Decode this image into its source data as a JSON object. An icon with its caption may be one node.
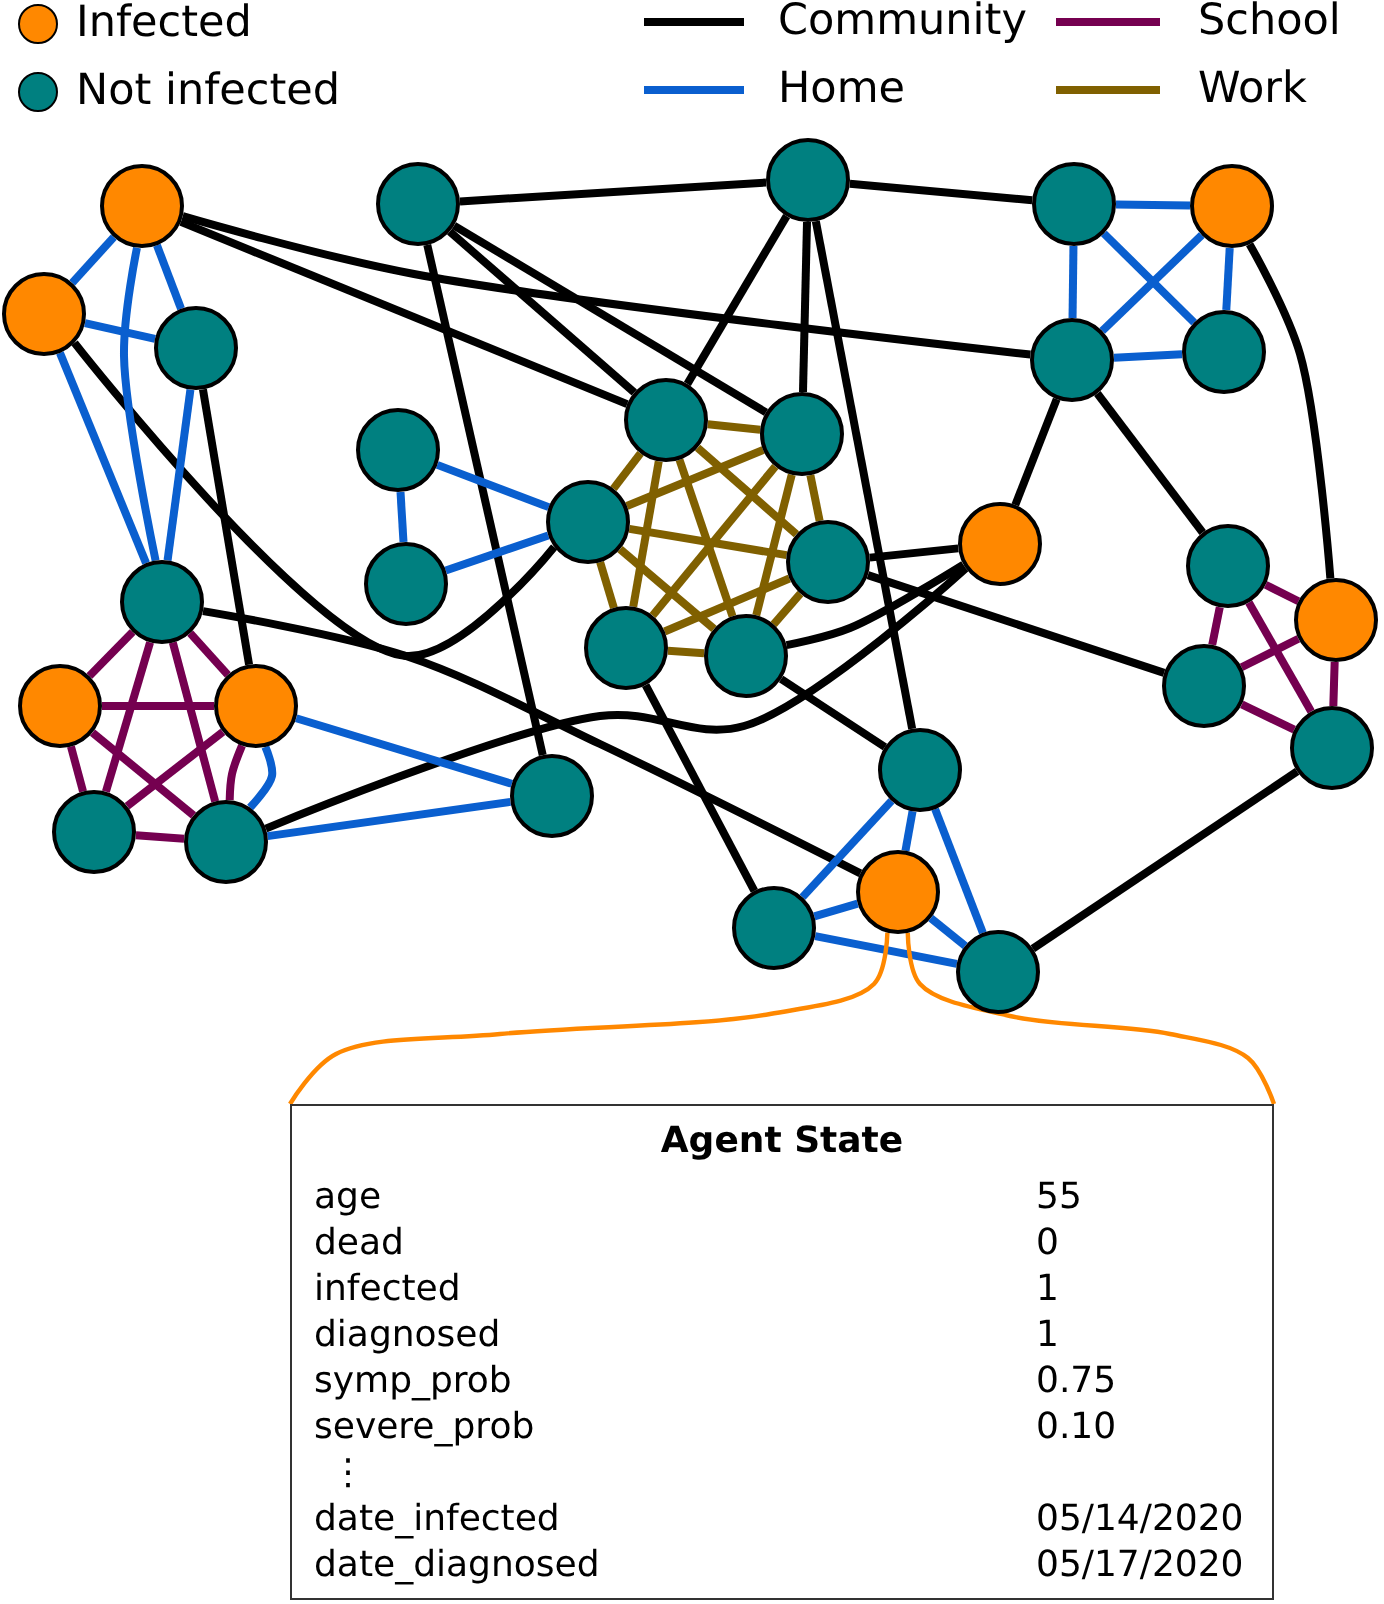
{
  "diagram": {
    "nodes": [
      {
        "text": [],
        "shape": "circle"
      },
      {
        "text": [],
        "shape": "circle"
      },
      {
        "text": [],
        "shape": "circle"
      },
      {
        "text": [],
        "shape": "circle"
      },
      {
        "text": [],
        "shape": "circle"
      },
      {
        "text": [],
        "shape": "circle"
      },
      {
        "text": [],
        "shape": "circle"
      },
      {
        "text": [],
        "shape": "circle"
      },
      {
        "text": [],
        "shape": "circle"
      },
      {
        "text": [],
        "shape": "circle"
      },
      {
        "text": [],
        "shape": "circle"
      },
      {
        "text": [],
        "shape": "circle"
      },
      {
        "text": [],
        "shape": "circle"
      },
      {
        "text": [],
        "shape": "circle"
      },
      {
        "text": [],
        "shape": "circle"
      },
      {
        "text": [],
        "shape": "circle"
      },
      {
        "text": [],
        "shape": "circle"
      },
      {
        "text": [],
        "shape": "circle"
      },
      {
        "text": [],
        "shape": "circle"
      },
      {
        "text": [],
        "shape": "circle"
      },
      {
        "text": [],
        "shape": "circle"
      },
      {
        "text": [],
        "shape": "circle"
      },
      {
        "text": [],
        "shape": "circle"
      },
      {
        "text": [],
        "shape": "circle"
      },
      {
        "text": [],
        "shape": "circle"
      },
      {
        "text": [],
        "shape": "circle"
      },
      {
        "text": [],
        "shape": "circle"
      },
      {
        "text": [],
        "shape": "circle"
      },
      {
        "text": [],
        "shape": "circle"
      },
      {
        "text": [],
        "shape": "circle"
      },
      {
        "text": [],
        "shape": "circle"
      },
      {
        "text": [],
        "shape": "circle"
      },
      {
        "text": [
          "Agent State",
          "age",
          "55",
          "dead",
          "0",
          "infected",
          "1",
          "diagnosed",
          "1",
          "symp_prob",
          "0.75",
          "severe_prob",
          "0.10",
          "⋮",
          "date_infected",
          "05/14/2020",
          "date_diagnosed",
          "05/17/2020"
        ]
      }
    ],
    "edges": [
      {
        "from": 1,
        "to": 2,
        "arrow": "none",
        "color": "#000000"
      },
      {
        "from": 2,
        "to": 3,
        "arrow": "none",
        "color": "#000000"
      },
      {
        "from": 0,
        "to": 7,
        "arrow": "none",
        "color": "#000000"
      },
      {
        "from": 0,
        "to": 9,
        "arrow": "none",
        "color": "#000000"
      },
      {
        "from": 1,
        "to": 9,
        "arrow": "none",
        "color": "#000000"
      },
      {
        "from": 1,
        "to": 10,
        "arrow": "none",
        "color": "#000000"
      },
      {
        "from": 1,
        "to": 26,
        "arrow": "none",
        "color": "#000000"
      },
      {
        "from": 2,
        "to": 9,
        "arrow": "none",
        "color": "#000000"
      },
      {
        "from": 2,
        "to": 10,
        "arrow": "none",
        "color": "#000000"
      },
      {
        "from": 2,
        "to": 25,
        "arrow": "none",
        "color": "#000000"
      },
      {
        "from": 5,
        "to": 12,
        "arrow": "none",
        "color": "#000000"
      },
      {
        "from": 17,
        "to": 29,
        "arrow": "none",
        "color": "#000000"
      },
      {
        "from": 6,
        "to": 23,
        "arrow": "none",
        "color": "#000000"
      },
      {
        "from": 28,
        "to": 13,
        "arrow": "none",
        "color": "#000000"
      },
      {
        "from": 4,
        "to": 18,
        "arrow": "none",
        "color": "#000000"
      },
      {
        "from": 7,
        "to": 13,
        "arrow": "none",
        "color": "#000000"
      },
      {
        "from": 7,
        "to": 15,
        "arrow": "none",
        "color": "#000000"
      },
      {
        "from": 24,
        "to": 31,
        "arrow": "none",
        "color": "#000000"
      },
      {
        "from": 14,
        "to": 21,
        "arrow": "none",
        "color": "#000000"
      },
      {
        "from": 14,
        "to": 13,
        "arrow": "none",
        "color": "#000000"
      },
      {
        "from": 20,
        "to": 13,
        "arrow": "none",
        "color": "#000000"
      },
      {
        "from": 20,
        "to": 25,
        "arrow": "none",
        "color": "#000000"
      },
      {
        "from": 19,
        "to": 30,
        "arrow": "none",
        "color": "#000000"
      },
      {
        "from": 0,
        "to": 5,
        "arrow": "none",
        "color": "#0a5fcf"
      },
      {
        "from": 0,
        "to": 6,
        "arrow": "none",
        "color": "#0a5fcf"
      },
      {
        "from": 0,
        "to": 17,
        "arrow": "none",
        "color": "#0a5fcf"
      },
      {
        "from": 5,
        "to": 6,
        "arrow": "none",
        "color": "#0a5fcf"
      },
      {
        "from": 5,
        "to": 17,
        "arrow": "none",
        "color": "#0a5fcf"
      },
      {
        "from": 6,
        "to": 17,
        "arrow": "none",
        "color": "#0a5fcf"
      },
      {
        "from": 11,
        "to": 16,
        "arrow": "none",
        "color": "#0a5fcf"
      },
      {
        "from": 11,
        "to": 12,
        "arrow": "none",
        "color": "#0a5fcf"
      },
      {
        "from": 16,
        "to": 12,
        "arrow": "none",
        "color": "#0a5fcf"
      },
      {
        "from": 3,
        "to": 4,
        "arrow": "none",
        "color": "#0a5fcf"
      },
      {
        "from": 3,
        "to": 7,
        "arrow": "none",
        "color": "#0a5fcf"
      },
      {
        "from": 3,
        "to": 8,
        "arrow": "none",
        "color": "#0a5fcf"
      },
      {
        "from": 4,
        "to": 7,
        "arrow": "none",
        "color": "#0a5fcf"
      },
      {
        "from": 4,
        "to": 8,
        "arrow": "none",
        "color": "#0a5fcf"
      },
      {
        "from": 7,
        "to": 8,
        "arrow": "none",
        "color": "#0a5fcf"
      },
      {
        "from": 25,
        "to": 29,
        "arrow": "none",
        "color": "#0a5fcf"
      },
      {
        "from": 25,
        "to": 30,
        "arrow": "none",
        "color": "#0a5fcf"
      },
      {
        "from": 25,
        "to": 31,
        "arrow": "none",
        "color": "#0a5fcf"
      },
      {
        "from": 29,
        "to": 30,
        "arrow": "none",
        "color": "#0a5fcf"
      },
      {
        "from": 29,
        "to": 31,
        "arrow": "none",
        "color": "#0a5fcf"
      },
      {
        "from": 30,
        "to": 31,
        "arrow": "none",
        "color": "#0a5fcf"
      },
      {
        "from": 23,
        "to": 26,
        "arrow": "none",
        "color": "#0a5fcf"
      },
      {
        "from": 28,
        "to": 26,
        "arrow": "none",
        "color": "#0a5fcf"
      },
      {
        "from": 23,
        "to": 28,
        "arrow": "none",
        "color": "#0a5fcf"
      },
      {
        "from": 17,
        "to": 22,
        "arrow": "none",
        "color": "#750050"
      },
      {
        "from": 17,
        "to": 23,
        "arrow": "none",
        "color": "#750050"
      },
      {
        "from": 17,
        "to": 27,
        "arrow": "none",
        "color": "#750050"
      },
      {
        "from": 17,
        "to": 28,
        "arrow": "none",
        "color": "#750050"
      },
      {
        "from": 22,
        "to": 23,
        "arrow": "none",
        "color": "#750050"
      },
      {
        "from": 22,
        "to": 27,
        "arrow": "none",
        "color": "#750050"
      },
      {
        "from": 22,
        "to": 28,
        "arrow": "none",
        "color": "#750050"
      },
      {
        "from": 23,
        "to": 27,
        "arrow": "none",
        "color": "#750050"
      },
      {
        "from": 23,
        "to": 28,
        "arrow": "none",
        "color": "#750050"
      },
      {
        "from": 27,
        "to": 28,
        "arrow": "none",
        "color": "#750050"
      },
      {
        "from": 15,
        "to": 18,
        "arrow": "none",
        "color": "#750050"
      },
      {
        "from": 15,
        "to": 21,
        "arrow": "none",
        "color": "#750050"
      },
      {
        "from": 15,
        "to": 24,
        "arrow": "none",
        "color": "#750050"
      },
      {
        "from": 18,
        "to": 21,
        "arrow": "none",
        "color": "#750050"
      },
      {
        "from": 18,
        "to": 24,
        "arrow": "none",
        "color": "#750050"
      },
      {
        "from": 21,
        "to": 24,
        "arrow": "none",
        "color": "#750050"
      },
      {
        "from": 9,
        "to": 10,
        "arrow": "none",
        "color": "#806000"
      },
      {
        "from": 9,
        "to": 12,
        "arrow": "none",
        "color": "#806000"
      },
      {
        "from": 9,
        "to": 14,
        "arrow": "none",
        "color": "#806000"
      },
      {
        "from": 9,
        "to": 19,
        "arrow": "none",
        "color": "#806000"
      },
      {
        "from": 9,
        "to": 20,
        "arrow": "none",
        "color": "#806000"
      },
      {
        "from": 10,
        "to": 12,
        "arrow": "none",
        "color": "#806000"
      },
      {
        "from": 10,
        "to": 14,
        "arrow": "none",
        "color": "#806000"
      },
      {
        "from": 10,
        "to": 19,
        "arrow": "none",
        "color": "#806000"
      },
      {
        "from": 10,
        "to": 20,
        "arrow": "none",
        "color": "#806000"
      },
      {
        "from": 12,
        "to": 14,
        "arrow": "none",
        "color": "#806000"
      },
      {
        "from": 12,
        "to": 19,
        "arrow": "none",
        "color": "#806000"
      },
      {
        "from": 12,
        "to": 20,
        "arrow": "none",
        "color": "#806000"
      },
      {
        "from": 14,
        "to": 19,
        "arrow": "none",
        "color": "#806000"
      },
      {
        "from": 14,
        "to": 20,
        "arrow": "none",
        "color": "#806000"
      },
      {
        "from": 19,
        "to": 20,
        "arrow": "none",
        "color": "#806000"
      },
      {
        "from": 29,
        "to": 32,
        "arrow": "none",
        "color": "#ff8800"
      },
      {
        "from": 29,
        "to": 32,
        "arrow": "none",
        "color": "#ff8800"
      }
    ],
    "legend": [
      {
        "text": "Infected",
        "color": "#ff8800"
      },
      {
        "text": "Community"
      },
      {
        "text": "School"
      },
      {
        "text": "Not infected",
        "color": "#008080"
      },
      {
        "text": "Home"
      },
      {
        "text": "Work"
      }
    ]
  }
}
